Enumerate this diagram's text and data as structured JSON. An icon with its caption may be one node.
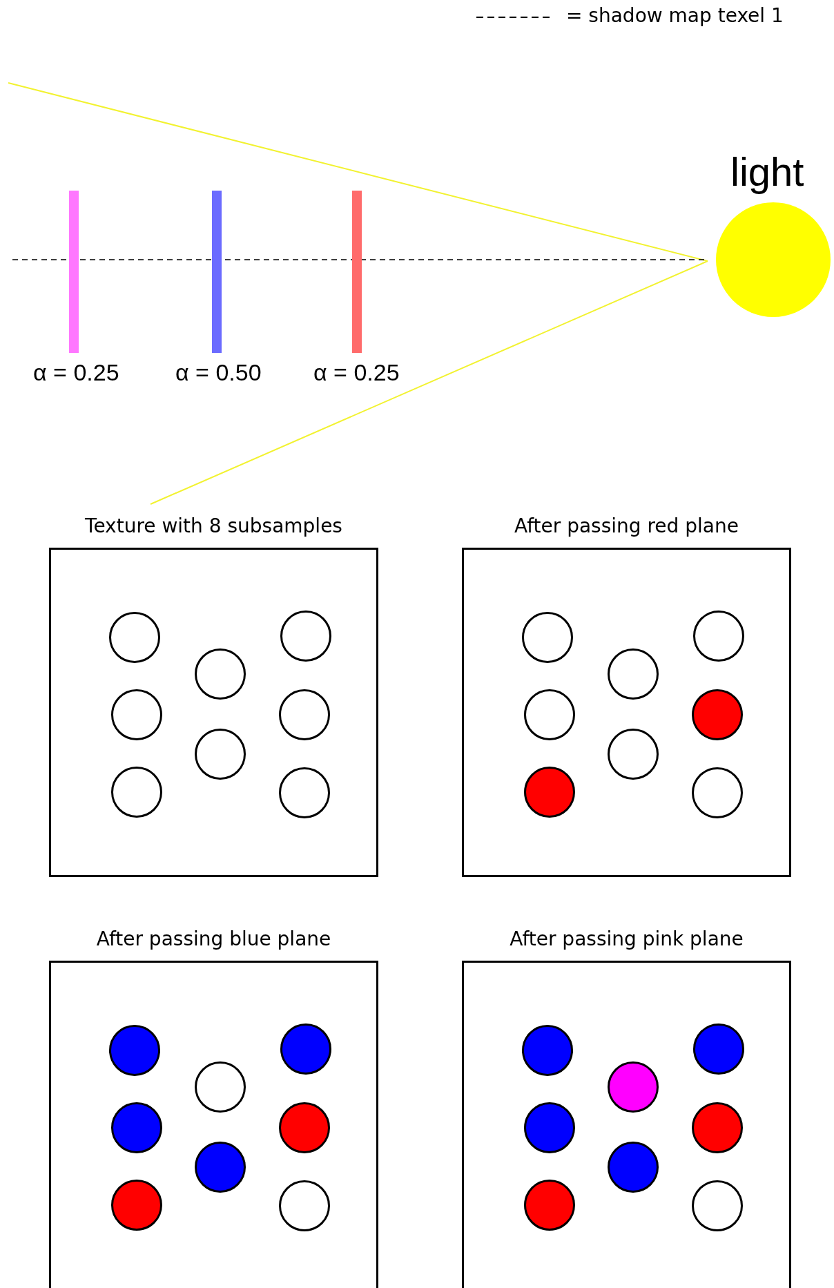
{
  "diagram": {
    "nodes": [
      {
        "text": [
          "light"
        ]
      },
      {
        "text": [],
        "shape": "bar",
        "beside": [
          "α = 0.25"
        ]
      },
      {
        "text": [],
        "shape": "bar",
        "beside": [
          "α = 0.50"
        ]
      },
      {
        "text": [],
        "shape": "bar",
        "beside": [
          "α = 0.25"
        ]
      },
      {
        "text": [
          "Texture with 8 subsamples"
        ]
      },
      {
        "text": [],
        "shape": "circle",
        "in": 4
      },
      {
        "text": [],
        "shape": "circle",
        "in": 4
      },
      {
        "text": [],
        "shape": "circle",
        "in": 4
      },
      {
        "text": [],
        "shape": "circle",
        "in": 4
      },
      {
        "text": [],
        "shape": "circle",
        "in": 4
      },
      {
        "text": [],
        "shape": "circle",
        "in": 4
      },
      {
        "text": [],
        "shape": "circle",
        "in": 4
      },
      {
        "text": [],
        "shape": "circle",
        "in": 4
      },
      {
        "text": [
          "After passing red plane"
        ]
      },
      {
        "text": [],
        "shape": "circle",
        "in": 13
      },
      {
        "text": [],
        "shape": "circle",
        "in": 13
      },
      {
        "text": [],
        "shape": "circle",
        "in": 13
      },
      {
        "text": [],
        "shape": "circle",
        "in": 13
      },
      {
        "text": [],
        "shape": "circle",
        "in": 13
      },
      {
        "text": [],
        "shape": "circle",
        "in": 13
      },
      {
        "text": [],
        "shape": "circle",
        "in": 13
      },
      {
        "text": [],
        "shape": "circle",
        "in": 13
      },
      {
        "text": [
          "After passing blue plane"
        ]
      },
      {
        "text": [],
        "shape": "circle",
        "in": 22
      },
      {
        "text": [],
        "shape": "circle",
        "in": 22
      },
      {
        "text": [],
        "shape": "circle",
        "in": 22
      },
      {
        "text": [],
        "shape": "circle",
        "in": 22
      },
      {
        "text": [],
        "shape": "circle",
        "in": 22
      },
      {
        "text": [],
        "shape": "circle",
        "in": 22
      },
      {
        "text": [],
        "shape": "circle",
        "in": 22
      },
      {
        "text": [],
        "shape": "circle",
        "in": 22
      },
      {
        "text": [
          "After passing pink plane"
        ]
      },
      {
        "text": [],
        "shape": "circle",
        "in": 31
      },
      {
        "text": [],
        "shape": "circle",
        "in": 31
      },
      {
        "text": [],
        "shape": "circle",
        "in": 31
      },
      {
        "text": [],
        "shape": "circle",
        "in": 31
      },
      {
        "text": [],
        "shape": "circle",
        "in": 31
      },
      {
        "text": [],
        "shape": "circle",
        "in": 31
      },
      {
        "text": [],
        "shape": "circle",
        "in": 31
      },
      {
        "text": [],
        "shape": "circle",
        "in": 31
      }
    ],
    "legend": [
      {
        "text": "= shadow map texel 1"
      }
    ]
  }
}
